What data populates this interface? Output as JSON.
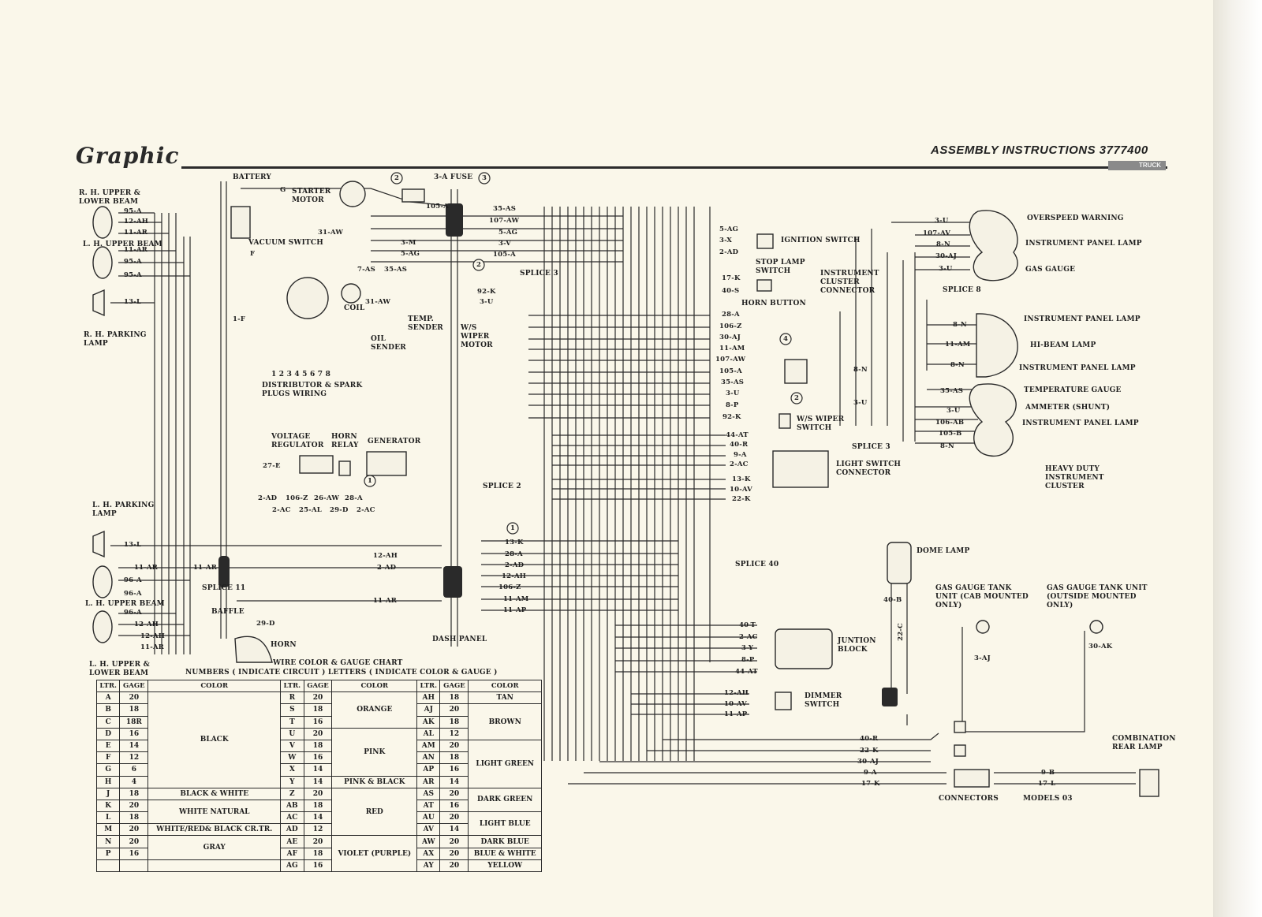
{
  "header": {
    "logo_text": "Graphic",
    "title": "ASSEMBLY INSTRUCTIONS 3777400",
    "subtitle": "TRUCK"
  },
  "labels": {
    "rh_upper_lower_beam": "R. H. UPPER & LOWER BEAM",
    "lh_upper_beam_top": "L. H. UPPER BEAM",
    "rh_parking_lamp": "R. H. PARKING LAMP",
    "lh_parking_lamp": "L. H. PARKING LAMP",
    "lh_upper_beam_bottom": "L. H. UPPER BEAM",
    "lh_upper_lower_beam": "L. H. UPPER & LOWER BEAM",
    "battery": "BATTERY",
    "starter_motor": "STARTER MOTOR",
    "vacuum_switch": "VACUUM SWITCH",
    "coil": "COIL",
    "oil_sender": "OIL SENDER",
    "temp_sender": "TEMP. SENDER",
    "distributor": "DISTRIBUTOR & SPARK PLUGS WIRING",
    "distributor_numbers": "1 2 3 4 5 6 7 8",
    "voltage_regulator": "VOLTAGE REGULATOR",
    "horn_relay": "HORN RELAY",
    "generator": "GENERATOR",
    "fuse": "3-A FUSE",
    "ws_wiper_motor": "W/S WIPER MOTOR",
    "splice3_top": "SPLICE 3",
    "splice2": "SPLICE 2",
    "splice11": "SPLICE 11",
    "baffle": "BAFFLE",
    "horn": "HORN",
    "dash_panel": "DASH PANEL",
    "ignition_switch": "IGNITION SWITCH",
    "stop_lamp_switch": "STOP LAMP SWITCH",
    "horn_button": "HORN BUTTON",
    "instrument_cluster_connector": "INSTRUMENT CLUSTER CONNECTOR",
    "ws_wiper_switch": "W/S WIPER SWITCH",
    "light_switch_connector": "LIGHT SWITCH CONNECTOR",
    "splice40": "SPLICE 40",
    "junction_block": "JUNTION BLOCK",
    "dimmer_switch": "DIMMER SWITCH",
    "overspeed_warning": "OVERSPEED WARNING",
    "instrument_panel_lamp_1": "INSTRUMENT PANEL LAMP",
    "gas_gauge": "GAS GAUGE",
    "splice8": "SPLICE 8",
    "instrument_panel_lamp_2": "INSTRUMENT PANEL LAMP",
    "hi_beam_lamp": "HI-BEAM LAMP",
    "instrument_panel_lamp_3": "INSTRUMENT PANEL LAMP",
    "temperature_gauge": "TEMPERATURE GAUGE",
    "ammeter": "AMMETER (SHUNT)",
    "instrument_panel_lamp_4": "INSTRUMENT PANEL LAMP",
    "splice3_right": "SPLICE 3",
    "heavy_duty_cluster": "HEAVY DUTY INSTRUMENT CLUSTER",
    "dome_lamp": "DOME LAMP",
    "gas_tank_cab": "GAS GAUGE TANK UNIT (CAB MOUNTED ONLY)",
    "gas_tank_outside": "GAS GAUGE TANK UNIT (OUTSIDE MOUNTED ONLY)",
    "combination_rear_lamp": "COMBINATION REAR LAMP",
    "connectors": "CONNECTORS",
    "models": "MODELS 03",
    "chart_title": "WIRE COLOR & GAUGE CHART",
    "chart_subtitle": "NUMBERS ( INDICATE CIRCUIT ) LETTERS ( INDICATE COLOR & GAUGE )"
  },
  "circle_numbers": [
    "1",
    "2",
    "3",
    "4"
  ],
  "wire_codes": {
    "rh_head": [
      "95-A",
      "12-AH",
      "11-AR"
    ],
    "lh_upper_top": [
      "11-AR",
      "95-A",
      "95-A"
    ],
    "rh_park": "13-L",
    "battery_f": "F",
    "one_f": "1-F",
    "g": "G",
    "aw31_top": "31-AW",
    "aw31_mid": "31-AW",
    "as7": "7-AS",
    "as35": "35-AS",
    "m3": "3-M",
    "ag5_left": "5-AG",
    "a105_top": "105-A",
    "fuse_out": [
      "35-AS",
      "107-AW",
      "5-AG",
      "3-V",
      "105-A"
    ],
    "wiper": [
      "92-K",
      "3-U"
    ],
    "ignition": [
      "5-AG",
      "3-X",
      "2-AD"
    ],
    "stop_lamp": [
      "17-K",
      "40-S"
    ],
    "cluster_in": [
      "28-A",
      "106-Z",
      "30-AJ",
      "11-AM",
      "107-AW",
      "105-A",
      "35-AS",
      "3-U",
      "8-P",
      "92-K"
    ],
    "light_switch": [
      "44-AT",
      "40-R",
      "9-A",
      "2-AC",
      "13-K",
      "10-AV",
      "22-K"
    ],
    "regulator": [
      "27-E",
      "2-AD",
      "106-Z",
      "26-AW",
      "28-A",
      "2-AC",
      "25-AL",
      "29-D",
      "2-AC"
    ],
    "lh_park": "13-L",
    "lh_head": [
      "11-AR",
      "96-A",
      "96-A",
      "96-A",
      "12-AH",
      "12-AH",
      "11-AR"
    ],
    "splice11": "11-AR",
    "dash_left": [
      "12-AH",
      "2-AD",
      "11-AR"
    ],
    "dash_right": [
      "13-K",
      "28-A",
      "2-AD",
      "12-AH",
      "106-Z",
      "11-AM",
      "11-AP"
    ],
    "horn": "29-D",
    "junction": [
      "40-T",
      "2-AC",
      "3-Y",
      "8-P",
      "44-AT"
    ],
    "dimmer": [
      "12-AH",
      "10-AV",
      "11-AP"
    ],
    "gauges_top": [
      "3-U",
      "107-AV",
      "8-N",
      "30-AJ",
      "3-U"
    ],
    "gauges_mid": [
      "8-N",
      "11-AM",
      "8-N",
      "8-N"
    ],
    "gauges_bot": [
      "35-AS",
      "3-U",
      "106-AB",
      "105-B",
      "8-N",
      "3-U"
    ],
    "dome": [
      "40-B",
      "22-C"
    ],
    "tank": [
      "3-AJ",
      "30-AK"
    ],
    "rear": [
      "40-R",
      "22-K",
      "30-AJ",
      "9-A",
      "17-K",
      "9-B",
      "17-L"
    ]
  },
  "color_chart": {
    "headers": [
      "LTR.",
      "GAGE",
      "COLOR"
    ],
    "col1": [
      [
        "A",
        "20"
      ],
      [
        "B",
        "18"
      ],
      [
        "C",
        "18R"
      ],
      [
        "D",
        "16"
      ],
      [
        "E",
        "14"
      ],
      [
        "F",
        "12"
      ],
      [
        "G",
        "6"
      ],
      [
        "H",
        "4"
      ],
      [
        "J",
        "18"
      ],
      [
        "K",
        "20"
      ],
      [
        "L",
        "18"
      ],
      [
        "M",
        "20"
      ],
      [
        "N",
        "20"
      ],
      [
        "P",
        "16"
      ]
    ],
    "col1_colors": [
      "BLACK",
      "BLACK & WHITE",
      "WHITE NATURAL",
      "WHITE/RED& BLACK CR.TR.",
      "GRAY"
    ],
    "col2": [
      [
        "R",
        "20"
      ],
      [
        "S",
        "18"
      ],
      [
        "T",
        "16"
      ],
      [
        "U",
        "20"
      ],
      [
        "V",
        "18"
      ],
      [
        "W",
        "16"
      ],
      [
        "X",
        "14"
      ],
      [
        "Y",
        "14"
      ],
      [
        "Z",
        "20"
      ],
      [
        "AB",
        "18"
      ],
      [
        "AC",
        "14"
      ],
      [
        "AD",
        "12"
      ],
      [
        "AE",
        "20"
      ],
      [
        "AF",
        "18"
      ],
      [
        "AG",
        "16"
      ]
    ],
    "col2_colors": [
      "ORANGE",
      "PINK",
      "PINK & BLACK",
      "RED",
      "VIOLET (PURPLE)"
    ],
    "col3": [
      [
        "AH",
        "18"
      ],
      [
        "AJ",
        "20"
      ],
      [
        "AK",
        "18"
      ],
      [
        "AL",
        "12"
      ],
      [
        "AM",
        "20"
      ],
      [
        "AN",
        "18"
      ],
      [
        "AP",
        "16"
      ],
      [
        "AR",
        "14"
      ],
      [
        "AS",
        "20"
      ],
      [
        "AT",
        "16"
      ],
      [
        "AU",
        "20"
      ],
      [
        "AV",
        "14"
      ],
      [
        "AW",
        "20"
      ],
      [
        "AX",
        "20"
      ],
      [
        "AY",
        "20"
      ]
    ],
    "col3_colors": [
      "TAN",
      "BROWN",
      "LIGHT GREEN",
      "DARK GREEN",
      "LIGHT BLUE",
      "DARK BLUE",
      "BLUE & WHITE",
      "YELLOW"
    ]
  }
}
